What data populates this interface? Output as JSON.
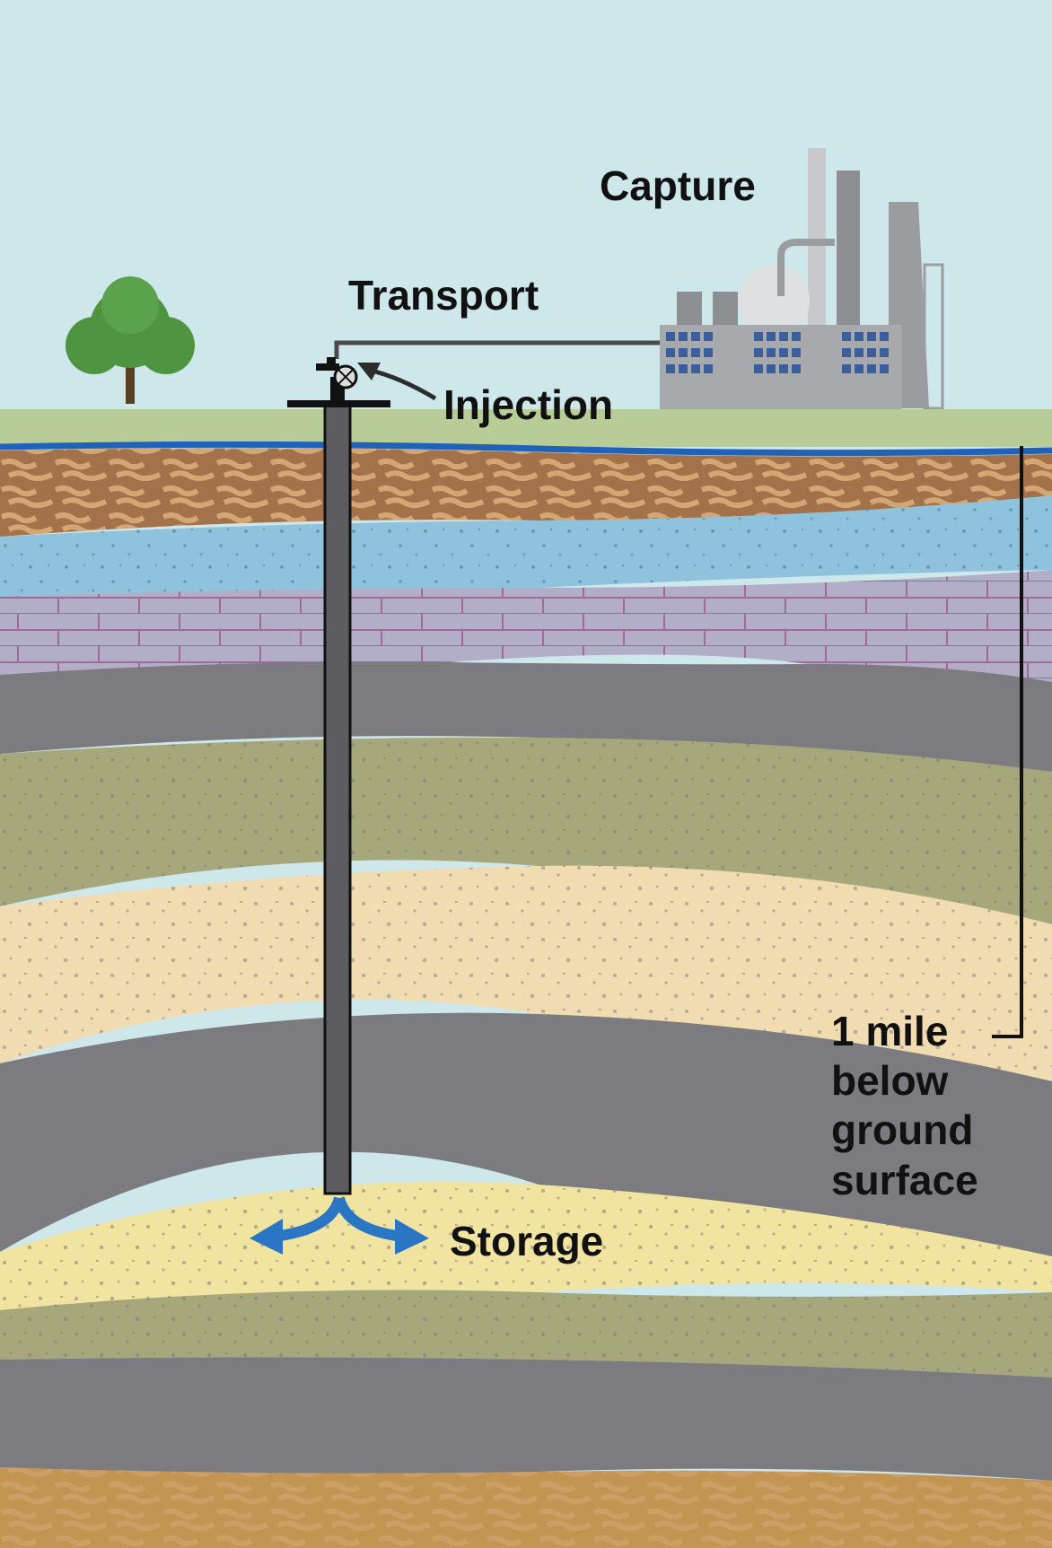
{
  "labels": {
    "capture": "Capture",
    "transport": "Transport",
    "injection": "Injection",
    "storage": "Storage",
    "depth_line1": "1 mile",
    "depth_line2": "below",
    "depth_line3": "ground",
    "depth_line4": "surface"
  },
  "colors": {
    "sky": "#cde7ea",
    "grass": "#b7cc96",
    "water_table": "#1f62b8",
    "topsoil": "#a3714a",
    "aquifer": "#8fc3dd",
    "limestone": "#b2aec8",
    "shale": "#7c7b80",
    "siltstone": "#a7a77c",
    "sandstone": "#f1dcb2",
    "storage_sand": "#f1e3a0",
    "deep_rock": "#c39552",
    "well": "#5d5c61",
    "flow_arrow": "#2a76c4",
    "tree": "#4e9441",
    "plant": "#b3b5b8"
  },
  "icons": {
    "tree": "tree-icon",
    "plant": "factory-icon",
    "wellhead": "valve-icon",
    "flow": "double-arrow-icon"
  }
}
